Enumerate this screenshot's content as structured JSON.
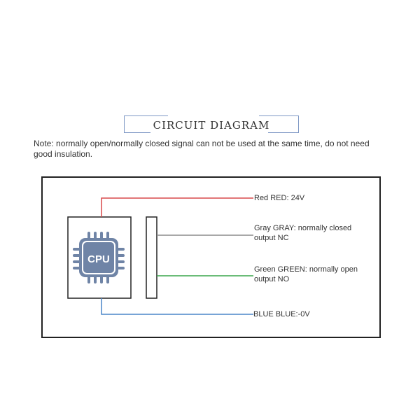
{
  "title": "CIRCUIT DIAGRAM",
  "note": "Note: normally open/normally closed signal can not be used at the same time, do not need good insulation.",
  "chip": {
    "label": "CPU",
    "icon": "cpu-chip-icon",
    "color": "#6f84a6"
  },
  "wires": [
    {
      "id": "red",
      "label": "Red RED: 24V",
      "color": "#d9484a"
    },
    {
      "id": "gray",
      "label": "Gray GRAY: normally closed output NC",
      "color": "#8c8c8c"
    },
    {
      "id": "green",
      "label": "Green GREEN: normally open output NO",
      "color": "#3aa64b"
    },
    {
      "id": "blue",
      "label": "BLUE BLUE:-0V",
      "color": "#4a86c8"
    }
  ]
}
